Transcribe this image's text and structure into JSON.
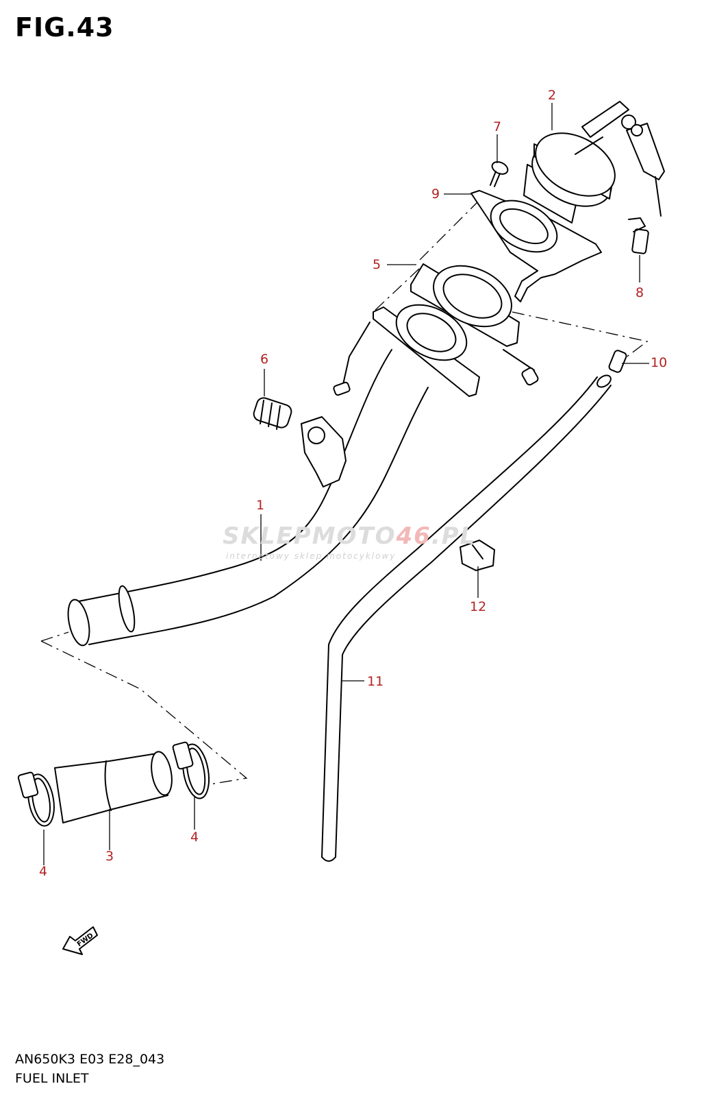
{
  "figure": {
    "title": "FIG.43"
  },
  "footer": {
    "model_code": "AN650K3 E03 E28_043",
    "section_name": "FUEL INLET"
  },
  "watermark": {
    "brand_part1": "SKLEPMOTO",
    "brand_part2": "46",
    "brand_part3": ".PL",
    "tagline": "internetowy sklep motocyklowy"
  },
  "fwd_badge": {
    "label": "FWD"
  },
  "callouts": [
    {
      "id": "1",
      "label": "1"
    },
    {
      "id": "2",
      "label": "2"
    },
    {
      "id": "3",
      "label": "3"
    },
    {
      "id": "4a",
      "label": "4"
    },
    {
      "id": "4b",
      "label": "4"
    },
    {
      "id": "5",
      "label": "5"
    },
    {
      "id": "6",
      "label": "6"
    },
    {
      "id": "7",
      "label": "7"
    },
    {
      "id": "8",
      "label": "8"
    },
    {
      "id": "9",
      "label": "9"
    },
    {
      "id": "10",
      "label": "10"
    },
    {
      "id": "11",
      "label": "11"
    },
    {
      "id": "12",
      "label": "12"
    }
  ],
  "colors": {
    "callout": "#b22222",
    "line": "#000000",
    "watermark_gray": "#dcdcdc",
    "watermark_red": "#f2b8b8"
  }
}
